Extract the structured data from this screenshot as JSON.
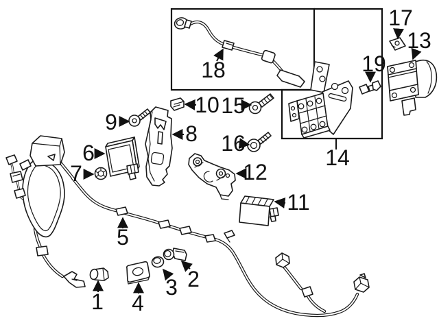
{
  "diagram": {
    "background": "#ffffff",
    "line_color": "#1a1a1a",
    "label_color": "#111111",
    "callouts": [
      "1",
      "2",
      "3",
      "4",
      "5",
      "6",
      "7",
      "8",
      "9",
      "10",
      "11",
      "12",
      "13",
      "14",
      "15",
      "16",
      "17",
      "18",
      "19"
    ]
  }
}
